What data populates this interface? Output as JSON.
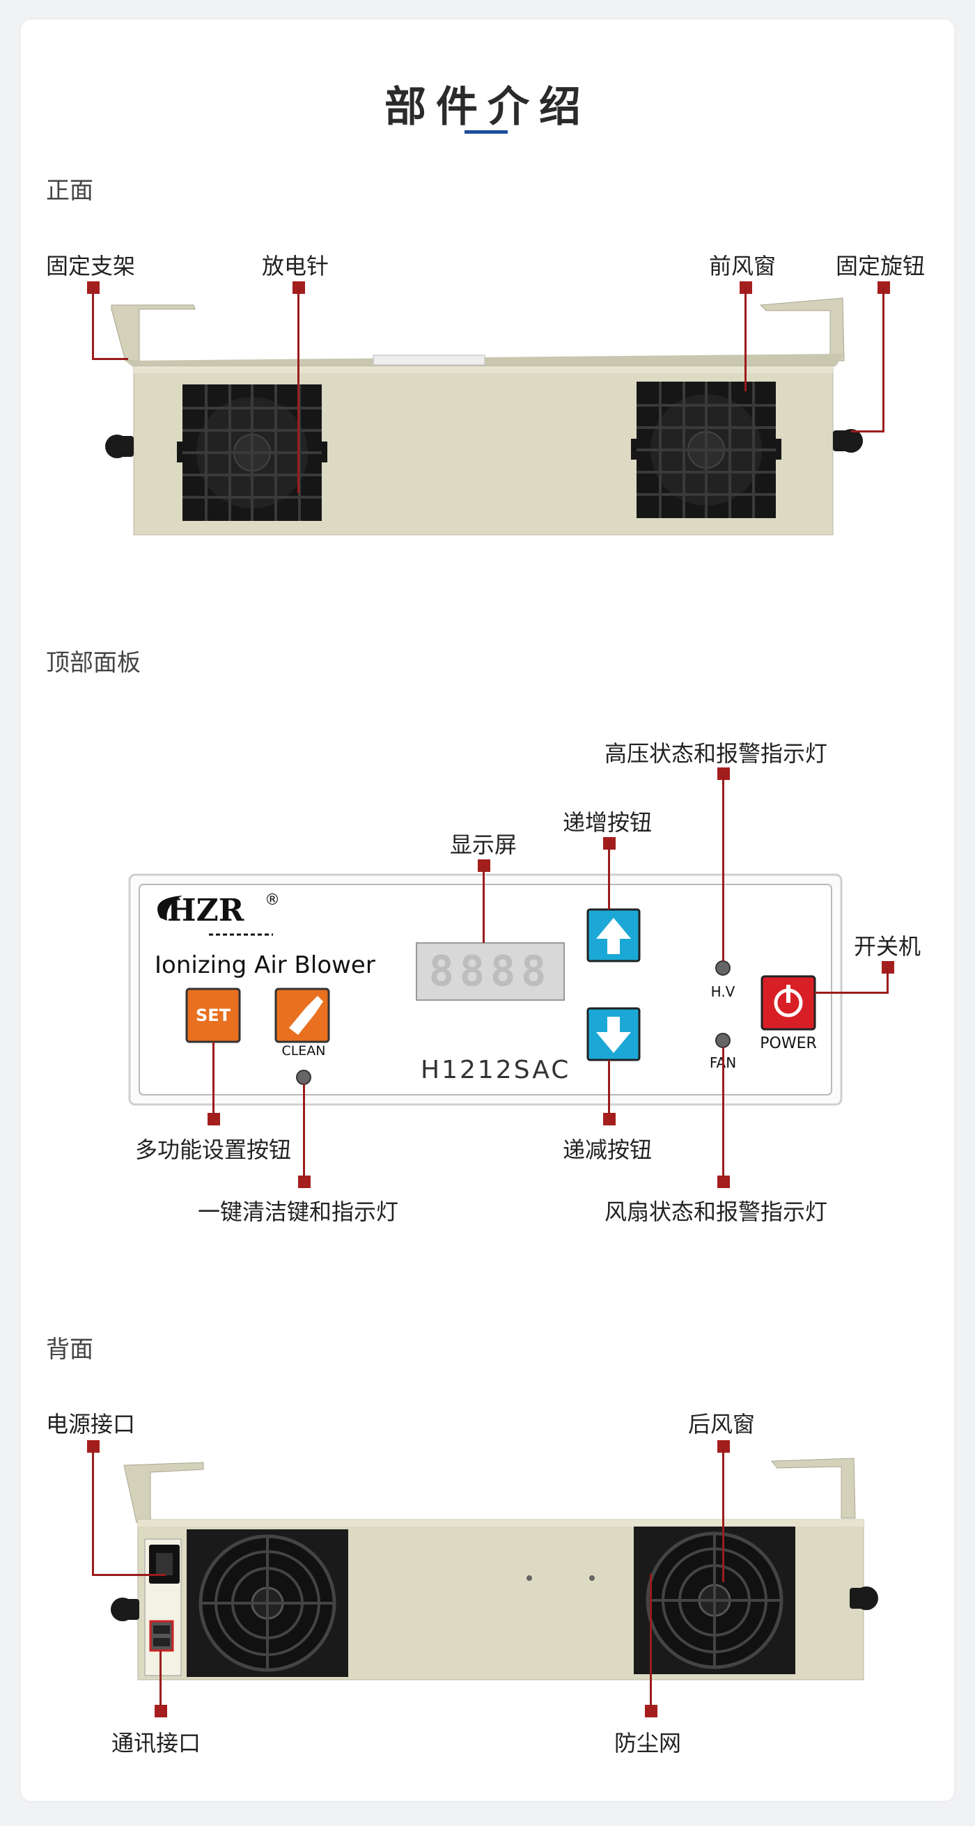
{
  "page_title": "部件介绍",
  "sections": {
    "front": "正面",
    "top_panel": "顶部面板",
    "back": "背面"
  },
  "front_labels": {
    "mount_bracket": "固定支架",
    "discharge_needle": "放电针",
    "front_vent": "前风窗",
    "fixing_knob": "固定旋钮"
  },
  "panel": {
    "brand": "HZR",
    "registered": "®",
    "product": "Ionizing Air Blower",
    "model": "H1212SAC",
    "display": "8888",
    "set_key": "SET",
    "clean_key": "CLEAN",
    "hv_led": "H.V",
    "fan_led": "FAN",
    "power_key": "POWER"
  },
  "panel_labels": {
    "hv_indicator": "高压状态和报警指示灯",
    "increase_button": "递增按钮",
    "display_screen": "显示屏",
    "power_switch": "开关机",
    "multi_set_button": "多功能设置按钮",
    "decrease_button": "递减按钮",
    "clean_key_indicator": "一键清洁键和指示灯",
    "fan_indicator": "风扇状态和报警指示灯"
  },
  "back_labels": {
    "power_port": "电源接口",
    "rear_vent": "后风窗",
    "comm_port": "通讯接口",
    "dust_filter": "防尘网"
  },
  "colors": {
    "accent": "#1f4e9c",
    "leader": "#9b1c1c",
    "housing": "#dcdac3",
    "set_key": "#e8701f",
    "arrow_key": "#1ba8d6",
    "power_key": "#d81f26"
  }
}
